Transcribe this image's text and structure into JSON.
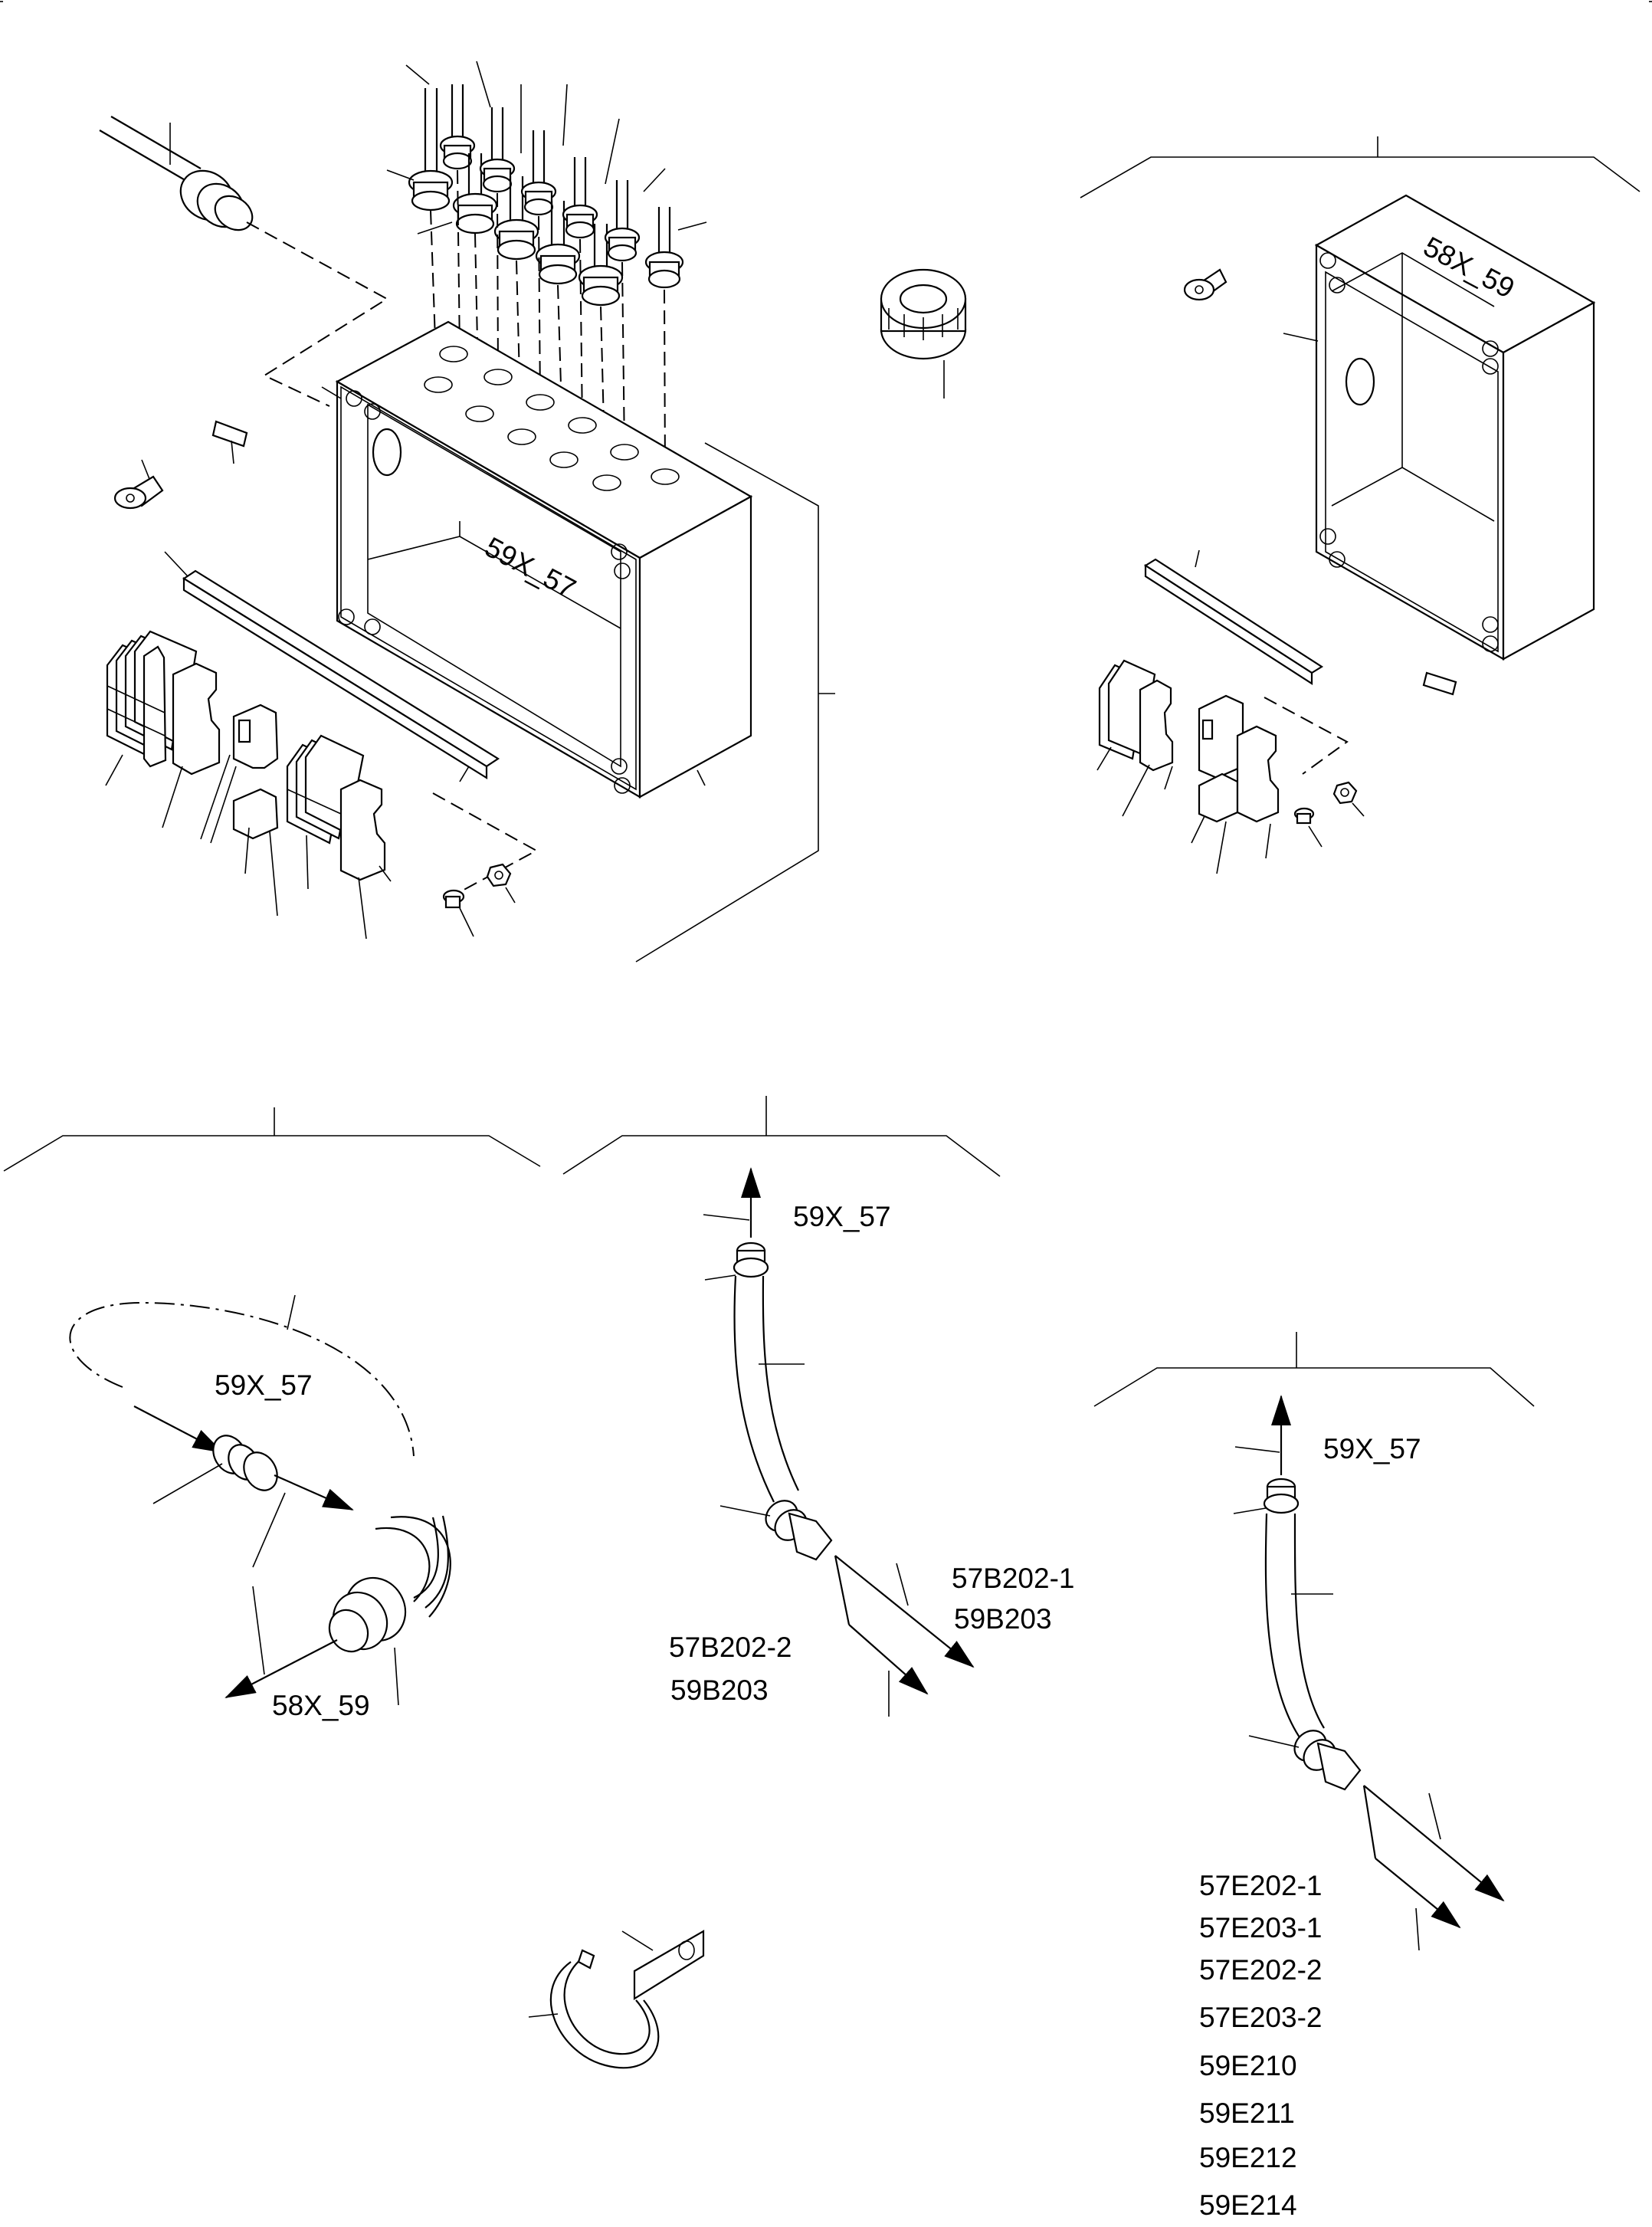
{
  "diagram": {
    "junction_box_main": {
      "label": "59X_57"
    },
    "junction_box_right": {
      "label": "58X_59"
    },
    "harness_left": {
      "label_top": "59X_57",
      "label_bottom": "58X_59"
    },
    "harness_middle": {
      "label_top": "59X_57",
      "labels_right": [
        "57B202-1",
        "59B203"
      ],
      "labels_left": [
        "57B202-2",
        "59B203"
      ]
    },
    "harness_right": {
      "label_top": "59X_57",
      "labels_bottom": [
        "57E202-1",
        "57E203-1",
        "57E202-2",
        "57E203-2",
        "59E210",
        "59E211",
        "59E212",
        "59E214"
      ]
    },
    "icons": [
      "cable-gland-icon",
      "cable-tie-icon",
      "ring-terminal-icon",
      "terminal-block-icon",
      "din-rail-icon",
      "grommet-icon"
    ]
  }
}
